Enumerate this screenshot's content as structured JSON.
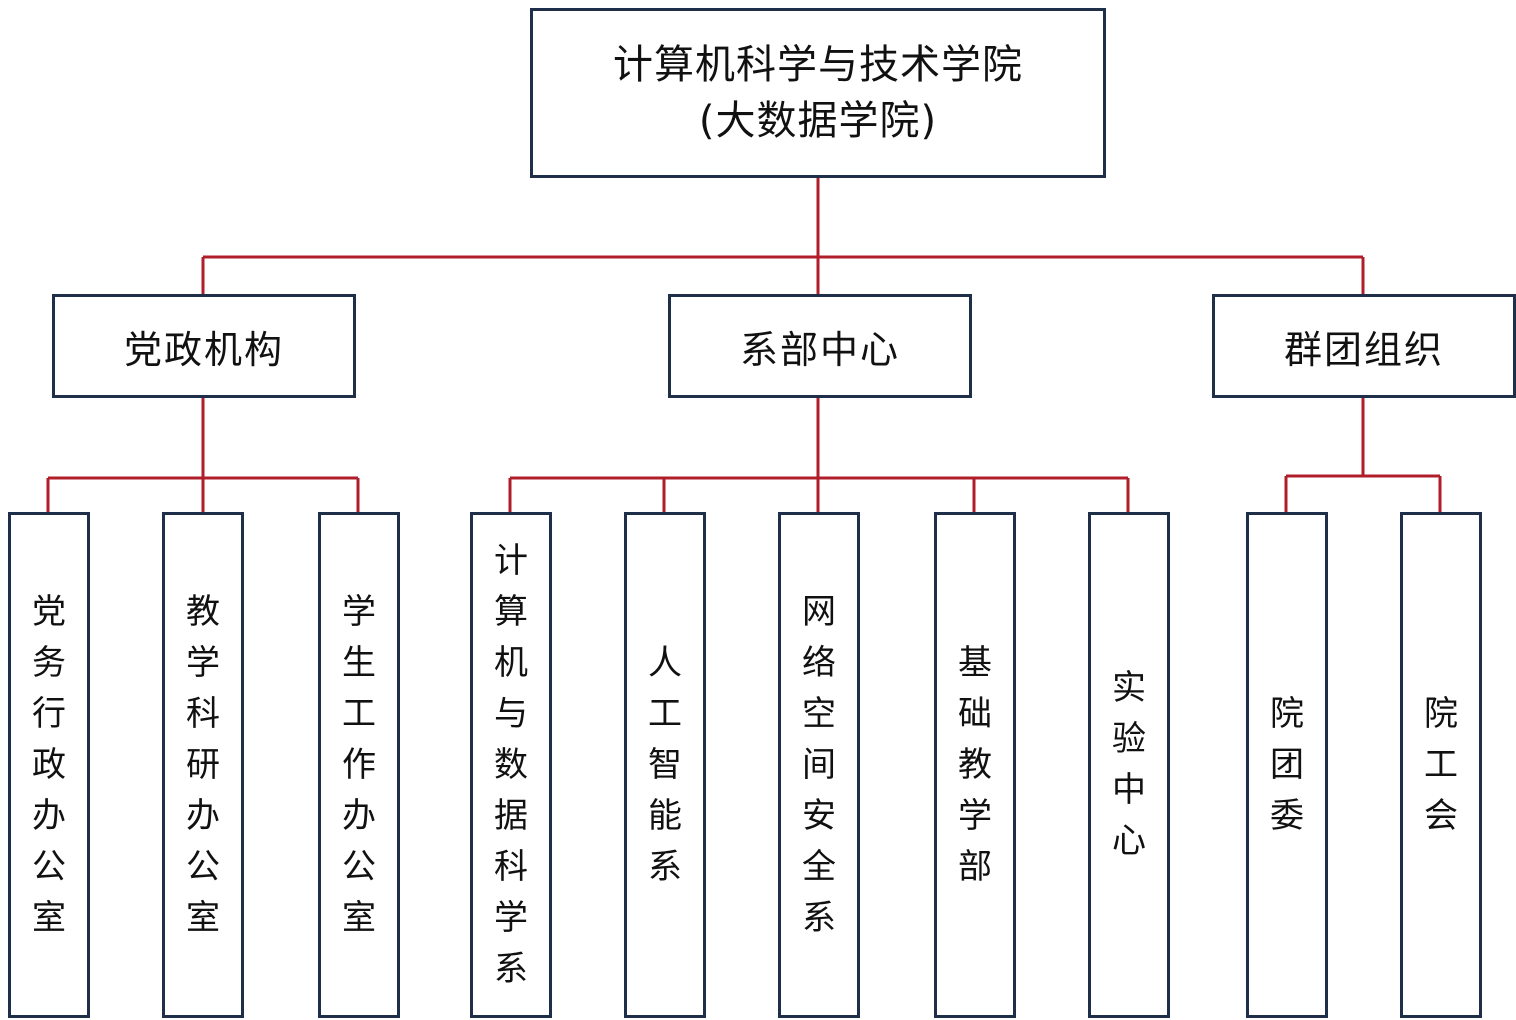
{
  "root": {
    "line1": "计算机科学与技术学院",
    "line2": "(大数据学院)"
  },
  "groups": [
    {
      "label": "党政机构",
      "children": [
        "党务行政办公室",
        "教学科研办公室",
        "学生工作办公室"
      ]
    },
    {
      "label": "系部中心",
      "children": [
        "计算机与数据科学系",
        "人工智能系",
        "网络空间安全系",
        "基础教学部",
        "实验中心"
      ]
    },
    {
      "label": "群团组织",
      "children": [
        "院团委",
        "院工会"
      ]
    }
  ],
  "colors": {
    "box_border": "#1f2f4a",
    "connector": "#b01e2a",
    "text": "#111111",
    "background": "#ffffff"
  }
}
